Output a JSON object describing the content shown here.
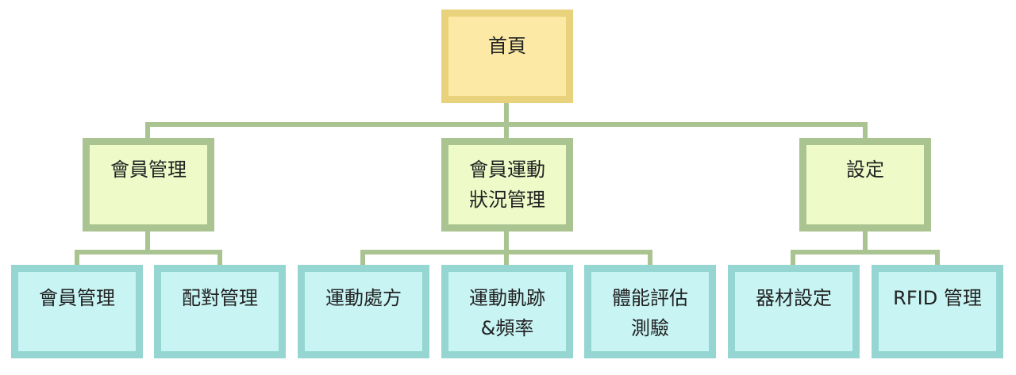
{
  "colors": {
    "root_fill": "#fbe9a5",
    "root_border": "#e9d27c",
    "level1_fill": "#eefbc8",
    "level1_border": "#a9c490",
    "level2_fill": "#c8f4f4",
    "level2_border": "#95d6d3",
    "connector": "#a9c490"
  },
  "root": {
    "label": "首頁"
  },
  "level1": [
    {
      "label": "會員管理"
    },
    {
      "label": "會員運動\n狀況管理"
    },
    {
      "label": "設定"
    }
  ],
  "level2": [
    {
      "label": "會員管理"
    },
    {
      "label": "配對管理"
    },
    {
      "label": "運動處方"
    },
    {
      "label": "運動軌跡\n&頻率"
    },
    {
      "label": "體能評估\n測驗"
    },
    {
      "label": "器材設定"
    },
    {
      "label": "RFID 管理"
    }
  ]
}
